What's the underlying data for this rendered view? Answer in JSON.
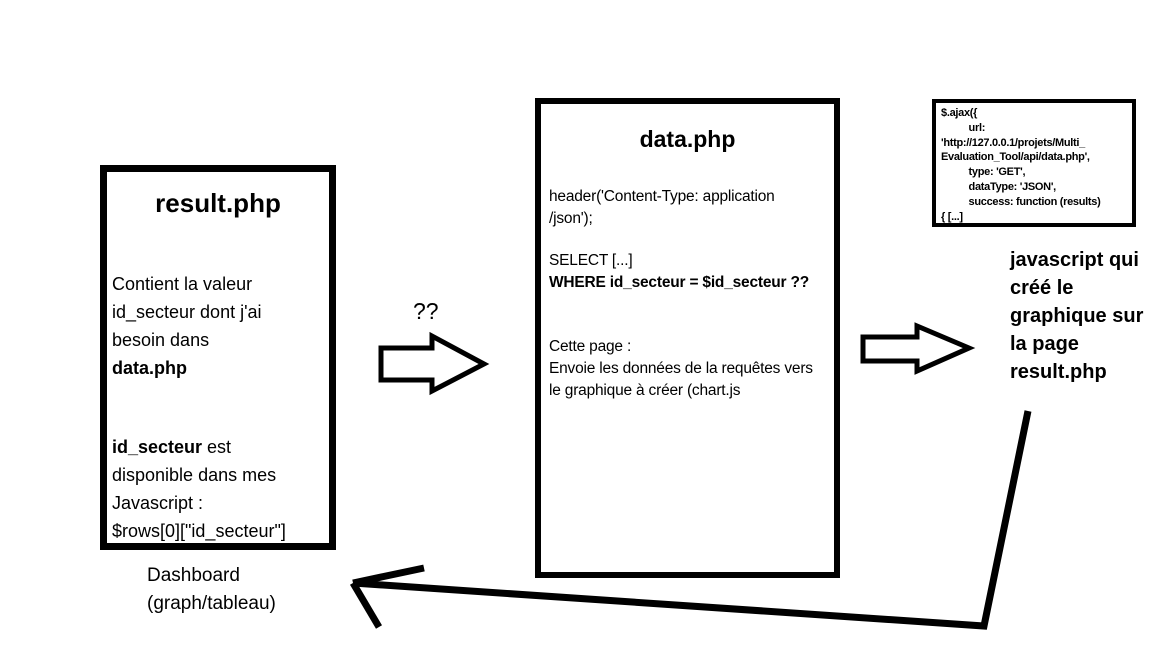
{
  "diagram": {
    "colors": {
      "ink": "#000000",
      "background": "#ffffff"
    },
    "left_box": {
      "title": "result.php",
      "p1_lines": [
        "Contient la valeur",
        "id_secteur dont j'ai",
        "besoin dans"
      ],
      "p1_bold_line": "data.php",
      "p2_bold_start": "id_secteur",
      "p2_after_bold": " est",
      "p2_lines": [
        "disponible dans mes",
        "Javascript :",
        "$rows[0][\"id_secteur\"]"
      ]
    },
    "left_caption": {
      "line1": "Dashboard",
      "line2": "(graph/tableau)"
    },
    "middle_box": {
      "title": "data.php",
      "header_line1": "header('Content-Type: application",
      "header_line2": "/json');",
      "select_line": "SELECT [...]",
      "where_line": "WHERE id_secteur = $id_secteur ??",
      "page_line1": "Cette page :",
      "page_line2": "Envoie les données de la requêtes vers",
      "page_line3": "le graphique à créer (chart.js"
    },
    "ajax_box": {
      "lines": [
        "$.ajax({",
        "          url:",
        "'http://127.0.0.1/projets/Multi_",
        "Evaluation_Tool/api/data.php',",
        "          type: 'GET',",
        "          dataType: 'JSON',",
        "          success: function (results)",
        "{ [...]"
      ]
    },
    "js_label_lines": [
      "javascript qui",
      "créé le",
      "graphique sur",
      "la page",
      "result.php"
    ],
    "arrow1_label": "??"
  }
}
